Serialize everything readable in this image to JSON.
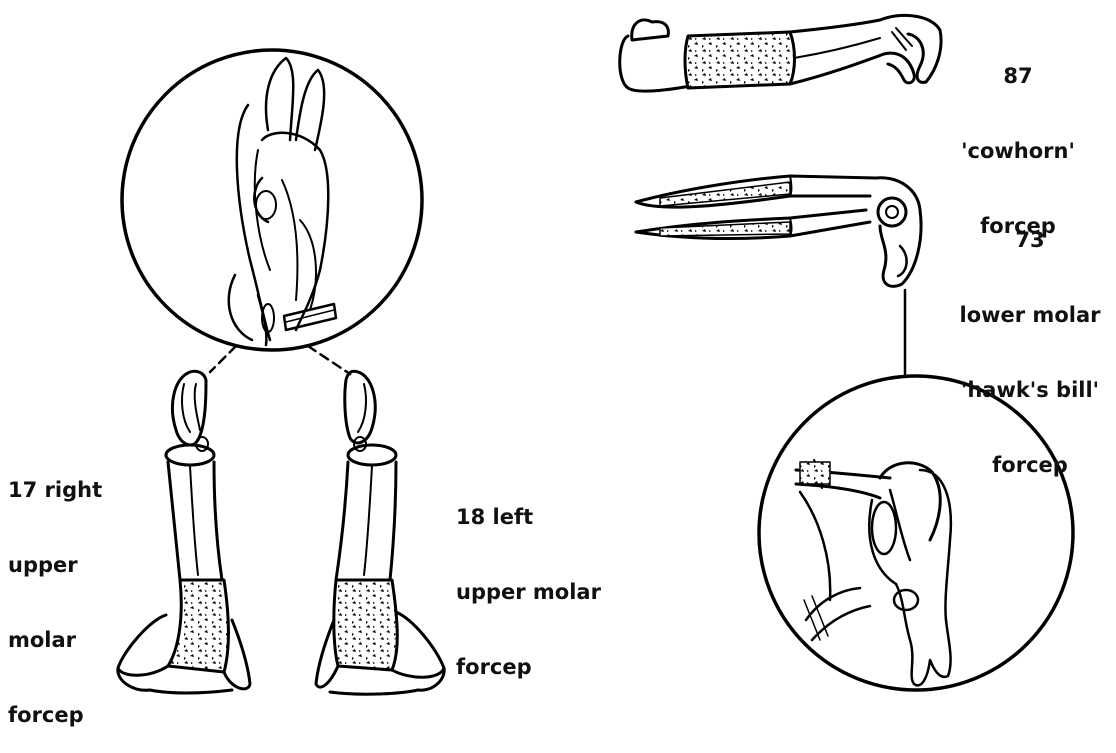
{
  "labels": {
    "f17": [
      "17 right",
      "upper",
      "molar",
      "forcep"
    ],
    "f18": [
      "18 left",
      "upper molar",
      "forcep"
    ],
    "f87": [
      "87",
      "'cowhorn'",
      "forcep"
    ],
    "f73": [
      "73",
      "lower molar",
      "'hawk's bill'",
      "forcep"
    ]
  }
}
